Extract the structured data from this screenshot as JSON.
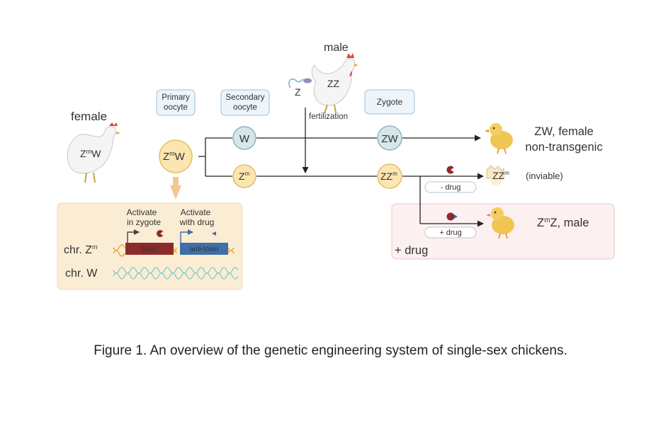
{
  "female": {
    "label": "female",
    "genotype_base": "Z",
    "genotype_sup": "m",
    "genotype_tail": "W"
  },
  "male": {
    "label": "male",
    "genotype": "ZZ",
    "sperm_label": "Z",
    "fertilization": "fertilization"
  },
  "stages": {
    "primary_line1": "Primary",
    "primary_line2": "oocyte",
    "secondary_line1": "Secondary",
    "secondary_line2": "oocyte",
    "zygote": "Zygote"
  },
  "primary_cell": {
    "base": "Z",
    "sup": "m",
    "tail": "W"
  },
  "secondary_w": "W",
  "secondary_zm": {
    "base": "Z",
    "sup": "m"
  },
  "zygote_zw": "ZW",
  "zygote_zzm": {
    "base": "ZZ",
    "sup": "m"
  },
  "outcomes": {
    "zw_line1": "ZW, female",
    "zw_line2": "non-transgenic",
    "inviable_base": "ZZ",
    "inviable_sup": "m",
    "inviable_text": "(inviable)",
    "minus_drug": "- drug",
    "plus_drug": "+ drug",
    "male_base": "Z",
    "male_sup": "m",
    "male_tail": "Z, male",
    "drug_box_label": "+ drug"
  },
  "construct": {
    "activate_zygote_line1": "Activate",
    "activate_zygote_line2": "in zygote",
    "activate_drug_line1": "Activate",
    "activate_drug_line2": "with drug",
    "chr_z_base": "chr. Z",
    "chr_z_sup": "m",
    "chr_w": "chr. W",
    "toxin": "toxin",
    "anti_toxin": "anti-toxin"
  },
  "caption": "Figure 1. An overview of the genetic engineering system of single-sex chickens.",
  "colors": {
    "cell_blue_fill": "#d6e7ec",
    "cell_blue_stroke": "#8fb3c0",
    "cell_yellow_fill": "#fbe6b0",
    "cell_yellow_stroke": "#e1bf6a",
    "stage_box_fill": "#eef5fa",
    "stage_box_stroke": "#9fc0d6",
    "construct_bg": "#faedd3",
    "drug_bg": "#fcf0f0",
    "drug_stroke": "#ecc6c6",
    "toxin": "#8d2a2a",
    "anti_toxin": "#3d6fa8",
    "chr_z": "#a12f2f",
    "chr_w": "#5fb8be",
    "chick": "#f1c552"
  }
}
